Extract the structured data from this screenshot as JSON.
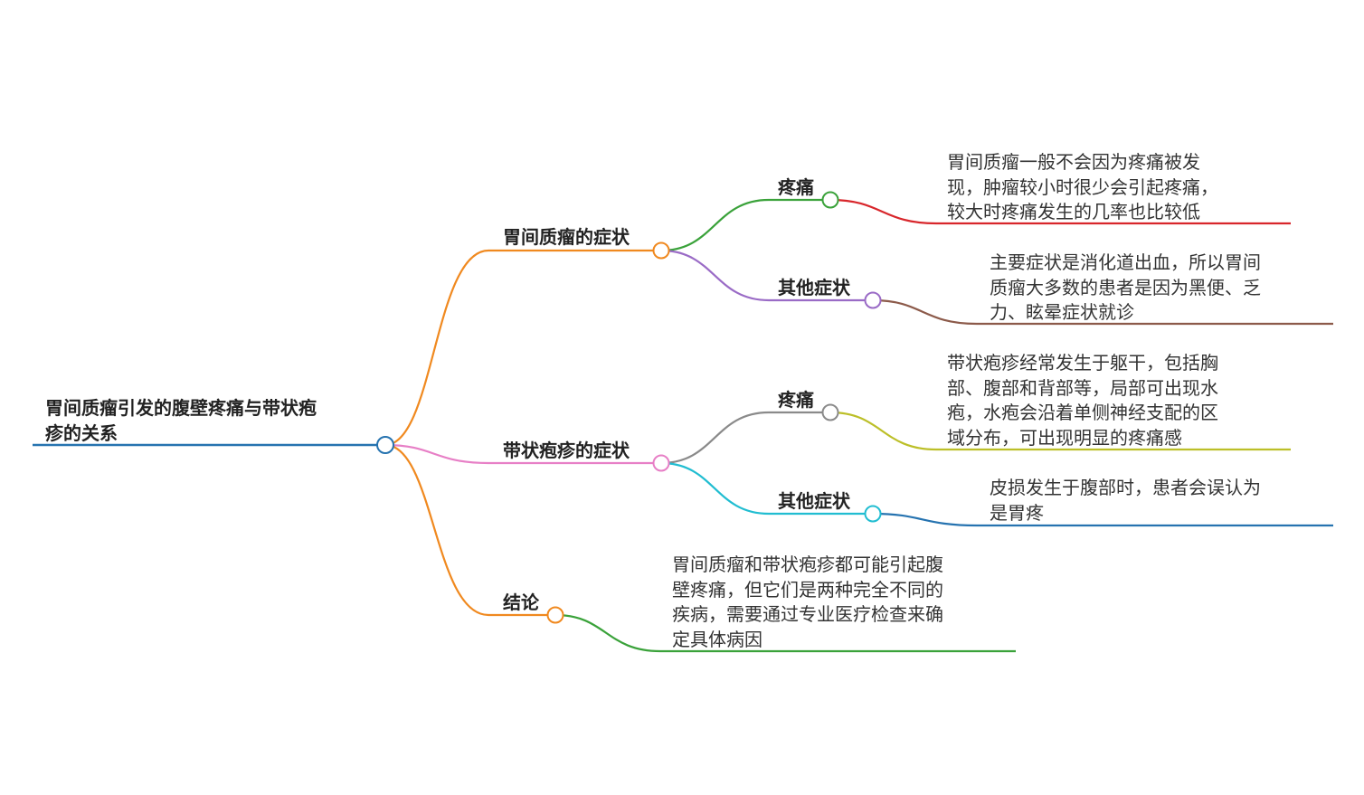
{
  "mindmap": {
    "root": {
      "lines": [
        "胃间质瘤引发的腹壁疼痛与带状疱",
        "疹的关系"
      ]
    },
    "branches": [
      {
        "label": "胃间质瘤的症状",
        "color": "#f0891f",
        "children": [
          {
            "label": "疼痛",
            "color": "#3aa23a",
            "detail": {
              "lines": [
                "胃间质瘤一般不会因为疼痛被发",
                "现，肿瘤较小时很少会引起疼痛，",
                "较大时疼痛发生的几率也比较低"
              ],
              "color": "#d8262b"
            }
          },
          {
            "label": "其他症状",
            "color": "#9a6bc6",
            "detail": {
              "lines": [
                "主要症状是消化道出血，所以胃间",
                "质瘤大多数的患者是因为黑便、乏",
                "力、眩晕症状就诊"
              ],
              "color": "#8c5a4a"
            }
          }
        ]
      },
      {
        "label": "带状疱疹的症状",
        "color": "#e77fc6",
        "children": [
          {
            "label": "疼痛",
            "color": "#8a8a8a",
            "detail": {
              "lines": [
                "带状疱疹经常发生于躯干，包括胸",
                "部、腹部和背部等，局部可出现水",
                "疱，水疱会沿着单侧神经支配的区",
                "域分布，可出现明显的疼痛感"
              ],
              "color": "#bcbf28"
            }
          },
          {
            "label": "其他症状",
            "color": "#21bdd1",
            "detail": {
              "lines": [
                "皮损发生于腹部时，患者会误认为",
                "是胃疼"
              ],
              "color": "#2673b0"
            }
          }
        ]
      },
      {
        "label": "结论",
        "color": "#f0891f",
        "children": [],
        "detail": {
          "lines": [
            "胃间质瘤和带状疱疹都可能引起腹",
            "壁疼痛，但它们是两种完全不同的",
            "疾病，需要通过专业医疗检查来确",
            "定具体病因"
          ],
          "color": "#3aa23a"
        }
      }
    ],
    "root_color": "#2673b0"
  }
}
